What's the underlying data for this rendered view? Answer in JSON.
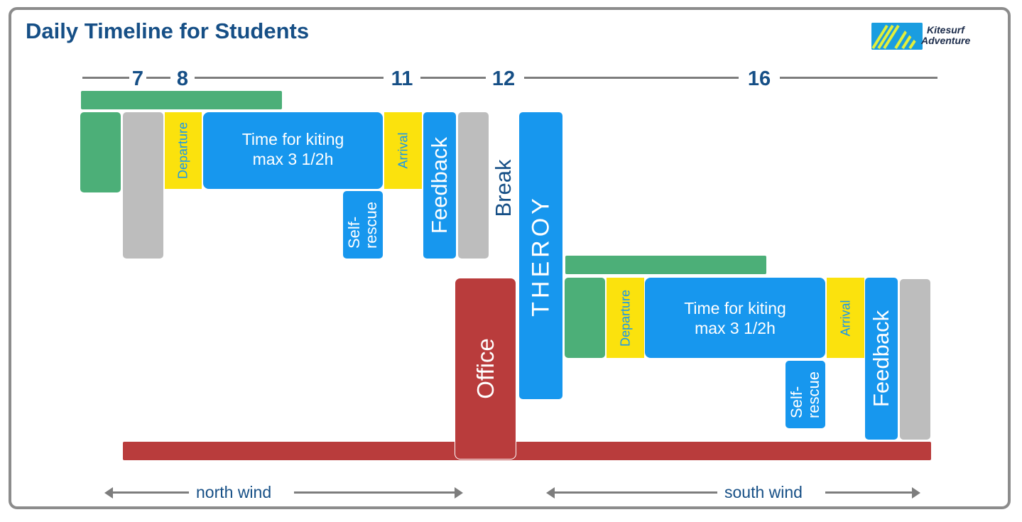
{
  "title": "Daily Timeline for Students",
  "logo": {
    "line1": "Kitesurf",
    "line2": "Adventure"
  },
  "hours": [
    "7",
    "8",
    "11",
    "12",
    "16"
  ],
  "session1": {
    "departure": "Departure",
    "kiting_line1": "Time for kiting",
    "kiting_line2": "max 3 1/2h",
    "arrival": "Arrival",
    "selfrescue_line1": "Self-",
    "selfrescue_line2": "rescue",
    "feedback": "Feedback"
  },
  "break_label": "Break",
  "theory_label": "THEROY",
  "office_label": "Office",
  "session2": {
    "departure": "Departure",
    "kiting_line1": "Time for kiting",
    "kiting_line2": "max 3 1/2h",
    "arrival": "Arrival",
    "selfrescue_line1": "Self-",
    "selfrescue_line2": "rescue",
    "feedback": "Feedback"
  },
  "wind": {
    "north": "north wind",
    "south": "south wind"
  },
  "colors": {
    "title": "#164f86",
    "green": "#4caf78",
    "gray": "#bdbdbd",
    "yellow": "#fbe20d",
    "blue": "#1797ee",
    "red": "#b93c3c"
  }
}
